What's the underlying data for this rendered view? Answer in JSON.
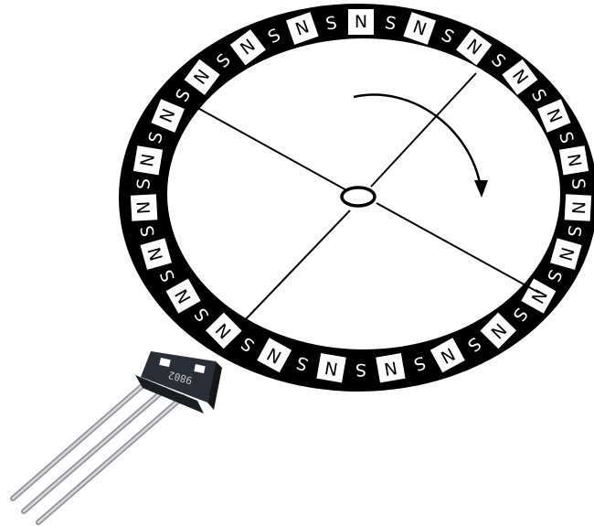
{
  "diagram": {
    "ring": {
      "pole_labels": [
        "N",
        "S",
        "N",
        "S",
        "N",
        "S",
        "N",
        "S",
        "N",
        "S",
        "N",
        "S",
        "N",
        "S",
        "N",
        "S",
        "N",
        "S",
        "N",
        "S",
        "N",
        "S",
        "N",
        "S",
        "N",
        "S",
        "N",
        "S",
        "N",
        "S",
        "N",
        "S",
        "N",
        "S",
        "N",
        "S",
        "N",
        "S",
        "N",
        "S",
        "N",
        "S",
        "N",
        "S",
        "N",
        "S"
      ],
      "spoke_count": 4,
      "colors": {
        "ring": "#000000",
        "label_box": "#ffffff",
        "label_text": "#000000",
        "disc": "#ffffff"
      }
    },
    "rotation_arrow": {
      "direction": "clockwise",
      "icon": "curved-arrow-icon"
    },
    "sensor": {
      "name": "hall-effect-sensor",
      "marking": "9802",
      "lead_count": 3,
      "colors": {
        "body": "#2a2e36",
        "leads": "#b9bcc1",
        "pad": "#ffffff"
      }
    }
  }
}
